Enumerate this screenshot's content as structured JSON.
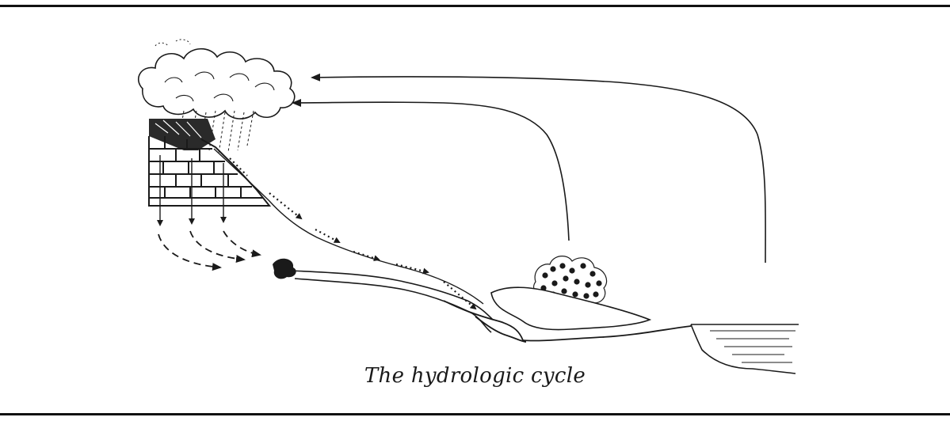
{
  "caption": "The hydrologic cycle",
  "colors": {
    "ink": "#1a1a1a",
    "paper": "#ffffff"
  },
  "elements": [
    "cloud",
    "rain",
    "rock-layers",
    "groundwater-flow-arrows",
    "spring",
    "surface-runoff",
    "stream",
    "vegetation",
    "lake",
    "evaporation-arrows",
    "ocean"
  ]
}
